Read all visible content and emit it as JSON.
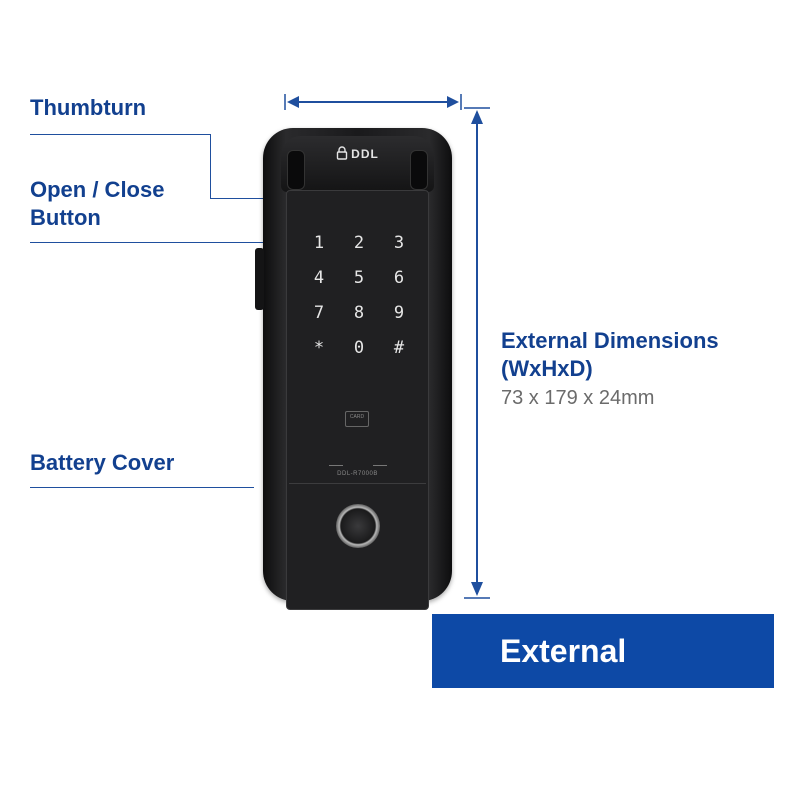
{
  "labels": {
    "thumbturn": "Thumbturn",
    "open_close": "Open / Close Button",
    "battery_cover": "Battery Cover"
  },
  "dimensions": {
    "title": "External Dimensions (WxHxD)",
    "value": "73 x 179 x 24mm"
  },
  "banner": {
    "label": "External"
  },
  "device": {
    "brand": "DDL",
    "keys": [
      "1",
      "2",
      "3",
      "4",
      "5",
      "6",
      "7",
      "8",
      "9",
      "*",
      "0",
      "#"
    ],
    "card_label": "CARD",
    "model": "DDL-R7000B"
  },
  "colors": {
    "accent": "#12408f",
    "banner": "#0d49a6",
    "value_gray": "#6b6b6b",
    "device_body": "#1a1a1c"
  },
  "icons": {
    "dimension_arrows": "double-headed-arrow",
    "brand": "padlock-icon",
    "fingerprint": "fingerprint-sensor"
  }
}
